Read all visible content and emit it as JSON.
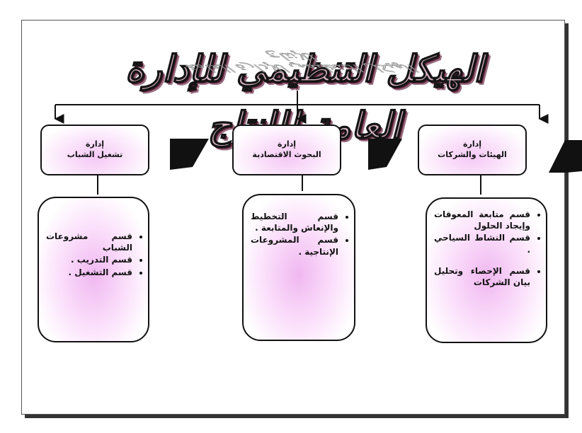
{
  "title": "الهيكل التنظيمي للإدارة العامة للإنتاج",
  "departments": [
    {
      "heading": "إدارة",
      "name": "الهيئات والشركات",
      "items": [
        "قسم متابعة المعوقات وإيجاد الحلول",
        "قسم النشاط السياحي .",
        "قسم الإحصاء وتحليل بيان الشركات"
      ]
    },
    {
      "heading": "إدارة",
      "name": "البحوث الاقتصادية",
      "items": [
        "قسم التخطيط والإنعاش والمتابعة .",
        "قسم المشروعات الإنتاجية ."
      ]
    },
    {
      "heading": "إدارة",
      "name": "تشغيل الشباب",
      "items": [
        "قسم مشروعات الشباب",
        "قسم التدريب .",
        "قسم التشغيل ."
      ]
    }
  ],
  "colors": {
    "box_fill": "#f0b8f0",
    "line": "#111111"
  }
}
